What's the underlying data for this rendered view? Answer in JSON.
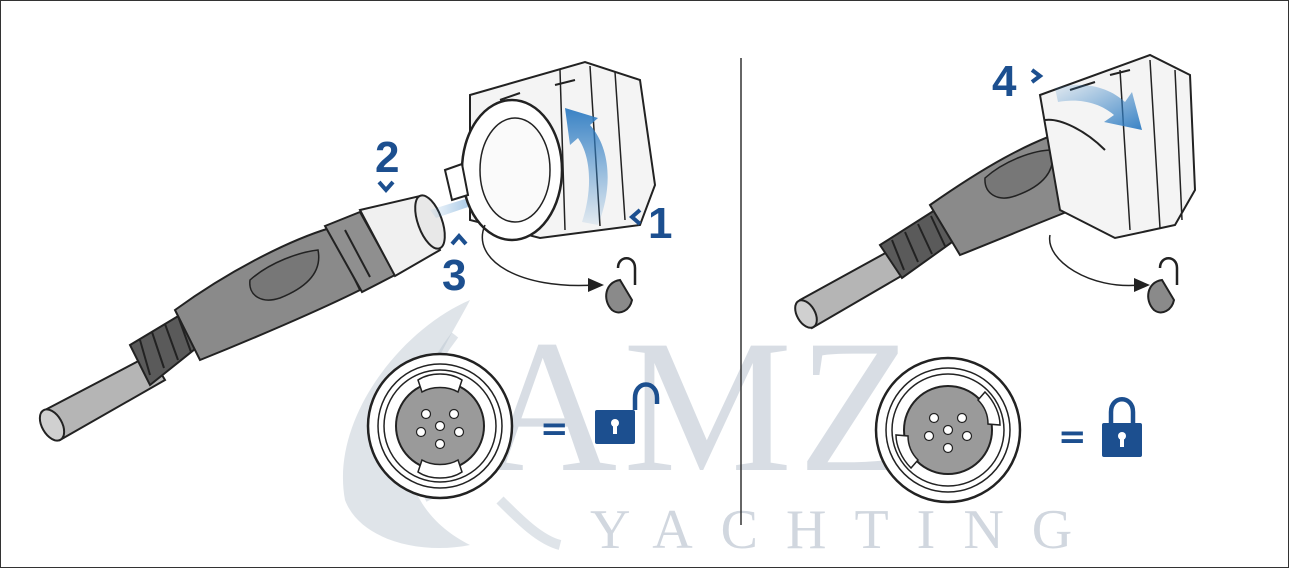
{
  "steps": {
    "one": "1",
    "two": "2",
    "three": "3",
    "four": "4"
  },
  "equals_left": "=",
  "equals_right": "=",
  "watermark": {
    "main": "AMZ",
    "sub": "YACHTING"
  },
  "states": {
    "left": "unlock-icon",
    "right": "lock-icon"
  },
  "colors": {
    "accent": "#1c4f8f",
    "arrow": "#3a86c8",
    "cable": "#8a8a8a",
    "outline": "#222222",
    "watermark": "#b9c3cf"
  }
}
